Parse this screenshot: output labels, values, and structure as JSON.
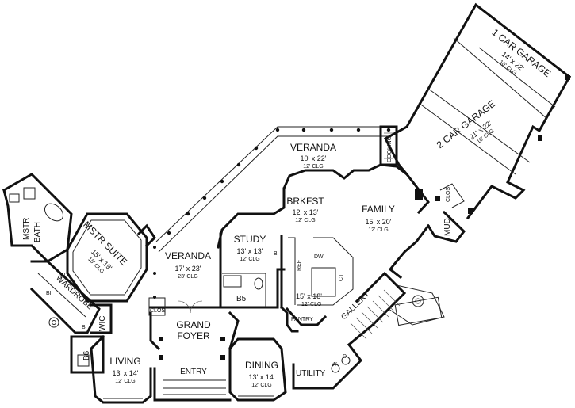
{
  "rooms": {
    "one_car_garage": {
      "name": "1 CAR GARAGE",
      "size": "14' x 22'",
      "clg": "10' CLG"
    },
    "two_car_garage": {
      "name": "2 CAR GARAGE",
      "size": "21' x 22'",
      "clg": "10' CLG"
    },
    "veranda_rear": {
      "name": "VERANDA",
      "size": "10' x 22'",
      "clg": "12' CLG"
    },
    "brkfst": {
      "name": "BRKFST",
      "size": "12' x 13'",
      "clg": "12' CLG"
    },
    "family": {
      "name": "FAMILY",
      "size": "15' x 20'",
      "clg": "12' CLG"
    },
    "study": {
      "name": "STUDY",
      "size": "13' x 13'",
      "clg": "12' CLG"
    },
    "veranda_side": {
      "name": "VERANDA",
      "size": "17' x 23'",
      "clg": "23' CLG"
    },
    "mstr_suite": {
      "name": "MSTR SUITE",
      "size": "15' x 19'",
      "clg": "15' CLG"
    },
    "kitchen": {
      "size": "15' x 18'",
      "clg": "12' CLG"
    },
    "grand_foyer": {
      "name_line1": "GRAND",
      "name_line2": "FOYER"
    },
    "living": {
      "name": "LIVING",
      "size": "13' x 14'",
      "clg": "12' CLG"
    },
    "dining": {
      "name": "DINING",
      "size": "13' x 14'",
      "clg": "12' CLG"
    },
    "entry": {
      "name": "ENTRY"
    }
  },
  "small_labels": {
    "mstr": "MSTR",
    "bath": "BATH",
    "wardrobe": "WARDROBE",
    "wic": "WIC",
    "b6": "B6",
    "b5": "B5",
    "clos_foyer": "CLOS",
    "clos_garage": "CLOS",
    "mud": "MUD",
    "pantry": "PANTRY",
    "gallery": "GALLERY",
    "utility": "UTILITY",
    "cooking": "COOKING",
    "bi_study": "BI",
    "bi_wardrobe_1": "BI",
    "bi_wardrobe_2": "BI",
    "bi_b6": "BI",
    "ref": "REF",
    "dw": "DW",
    "ct": "CT",
    "w": "W",
    "d": "D"
  }
}
